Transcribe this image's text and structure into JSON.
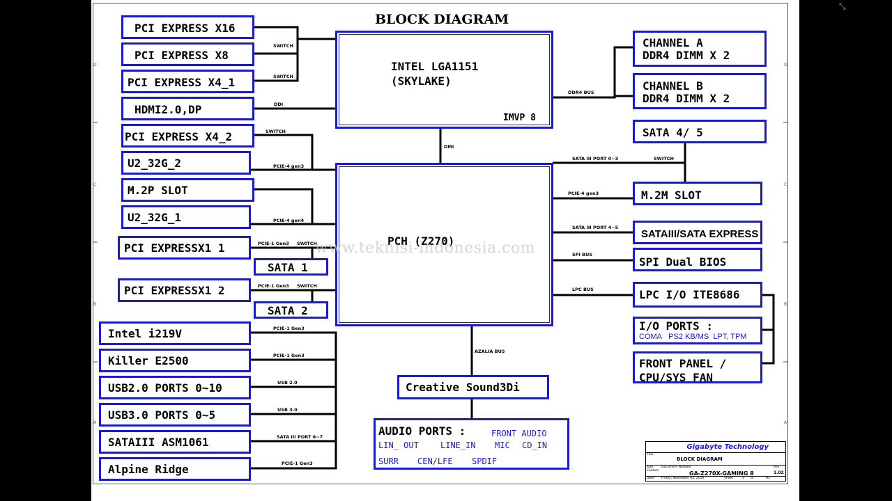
{
  "title": "BLOCK DIAGRAM",
  "watermark": "www.teknisi-indonesia.com",
  "cpu": {
    "line1": "INTEL LGA1151",
    "line2": "(SKYLAKE)",
    "sub": "IMVP 8"
  },
  "pch": {
    "label": "PCH (Z270)"
  },
  "left": {
    "pcie_x16": "PCI EXPRESS X16",
    "pcie_x8": "PCI EXPRESS X8",
    "pcie_x4_1": "PCI EXPRESS X4_1",
    "hdmi_dp": "HDMI2.0,DP",
    "pcie_x4_2": "PCI EXPRESS X4_2",
    "u2_32g_2": "U2_32G_2",
    "m2p_slot": "M.2P SLOT",
    "u2_32g_1": "U2_32G_1",
    "pcie_x1_1": "PCI EXPRESSX1 1",
    "sata_1": "SATA  1",
    "pcie_x1_2": "PCI EXPRESSX1 2",
    "sata_2": "SATA  2",
    "intel_i219v": "Intel i219V",
    "killer": "Killer E2500",
    "usb2": "USB2.0 PORTS 0~10",
    "usb3": "USB3.0 PORTS 0~5",
    "sataiii_asm": "SATAIII ASM1061",
    "alpine": "Alpine Ridge"
  },
  "right": {
    "chan_a_1": "CHANNEL A",
    "chan_a_2": "DDR4  DIMM X 2",
    "chan_b_1": "CHANNEL B",
    "chan_b_2": "DDR4 DIMM X 2",
    "sata45": "SATA  4/ 5",
    "m2m": "M.2M SLOT",
    "sata_express": "SATAIII/SATA EXPRESS",
    "spi": "SPI Dual BIOS",
    "lpc": "LPC I/O ITE8686",
    "io_ports": "I/O PORTS :",
    "io_items": [
      "COMA",
      "PS2 KB/MS",
      "LPT, TPM"
    ],
    "front_1": "FRONT PANEL /",
    "front_2": "CPU/SYS FAN"
  },
  "bottom": {
    "creative": "Creative Sound3Di",
    "audio_title": "AUDIO PORTS :",
    "audio_items": [
      "FRONT AUDIO",
      "LIN_ OUT",
      "LINE_IN",
      "MIC",
      "CD_IN",
      "SURR",
      "CEN/LFE",
      "SPDIF"
    ]
  },
  "bus_labels": {
    "switch": "SWITCH",
    "ddi": "DDI",
    "ddr4_bus": "DDR4 BUS",
    "dmi": "DMI",
    "pcie4_gen3": "PCIE-4 gen3",
    "pcie4_gen4": "PCIE-4 gen4",
    "pcie1_gen3": "PCIE-1 Gen3",
    "sata3_03": "SATA III PORT 0~3",
    "sata3_45": "SATA III PORT 4~5",
    "sata3_67": "SATA III PORT 6~7",
    "spi_bus": "SPI BUS",
    "lpc_bus": "LPC BUS",
    "azalia": "AZALIA BUS",
    "usb20": "USB 2.0",
    "usb30": "USB 3.0"
  },
  "title_block": {
    "company": "Gigabyte Technology",
    "title_label": "Title",
    "title": "BLOCK DIAGRAM",
    "size_label": "Size",
    "size": "Custom",
    "docnum_label": "Document Number",
    "docnum": "GA-Z270X-GAMING 8",
    "rev_label": "Rev",
    "rev": "1.02",
    "date_label": "Date:",
    "date": "Friday, November 04, 2016",
    "sheet_label": "Sheet",
    "sheet": "3",
    "of_label": "of",
    "of": "83"
  },
  "colors": {
    "box_border": "#1a1ad0",
    "line": "#000000",
    "background": "#ffffff"
  }
}
